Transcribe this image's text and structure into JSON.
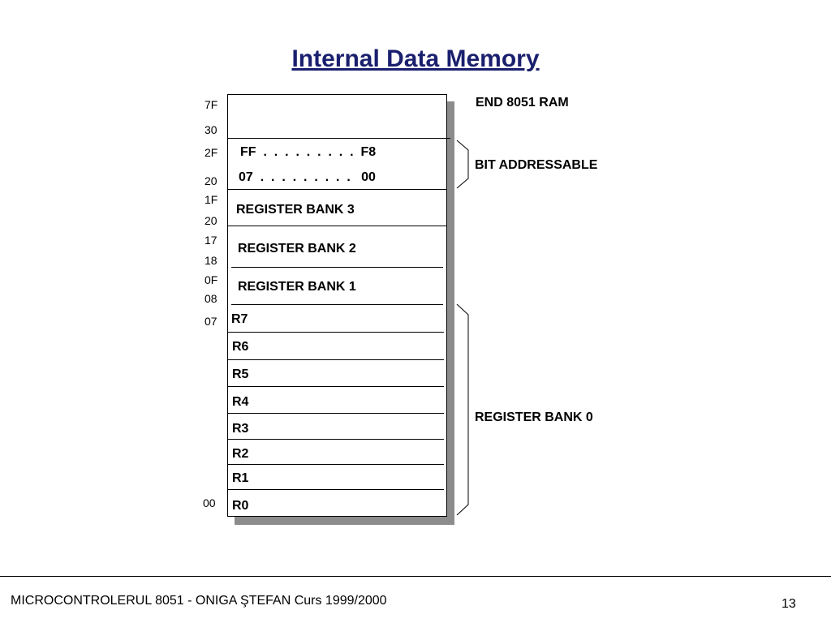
{
  "title": "Internal Data Memory",
  "addresses": [
    "7F",
    "30",
    "2F",
    "20",
    "1F",
    "20",
    "17",
    "18",
    "0F",
    "08",
    "07",
    "00"
  ],
  "box": {
    "bit_row_high": "FF  .  .  .  .  .  .  .  .  .  F8",
    "bit_row_low": "07  .  .  .  .  .  .  .  .  .   00",
    "bank3": "REGISTER BANK 3",
    "bank2": "REGISTER BANK 2",
    "bank1": "REGISTER BANK 1",
    "registers": [
      "R7",
      "R6",
      "R5",
      "R4",
      "R3",
      "R2",
      "R1",
      "R0"
    ]
  },
  "annotations": {
    "end_ram": "END 8051 RAM",
    "bit_addressable": "BIT ADDRESSABLE",
    "bank0": "REGISTER BANK 0"
  },
  "footer": {
    "left": "MICROCONTROLERUL 8051 - ONIGA ŞTEFAN Curs 1999/2000",
    "page_number": "13"
  }
}
